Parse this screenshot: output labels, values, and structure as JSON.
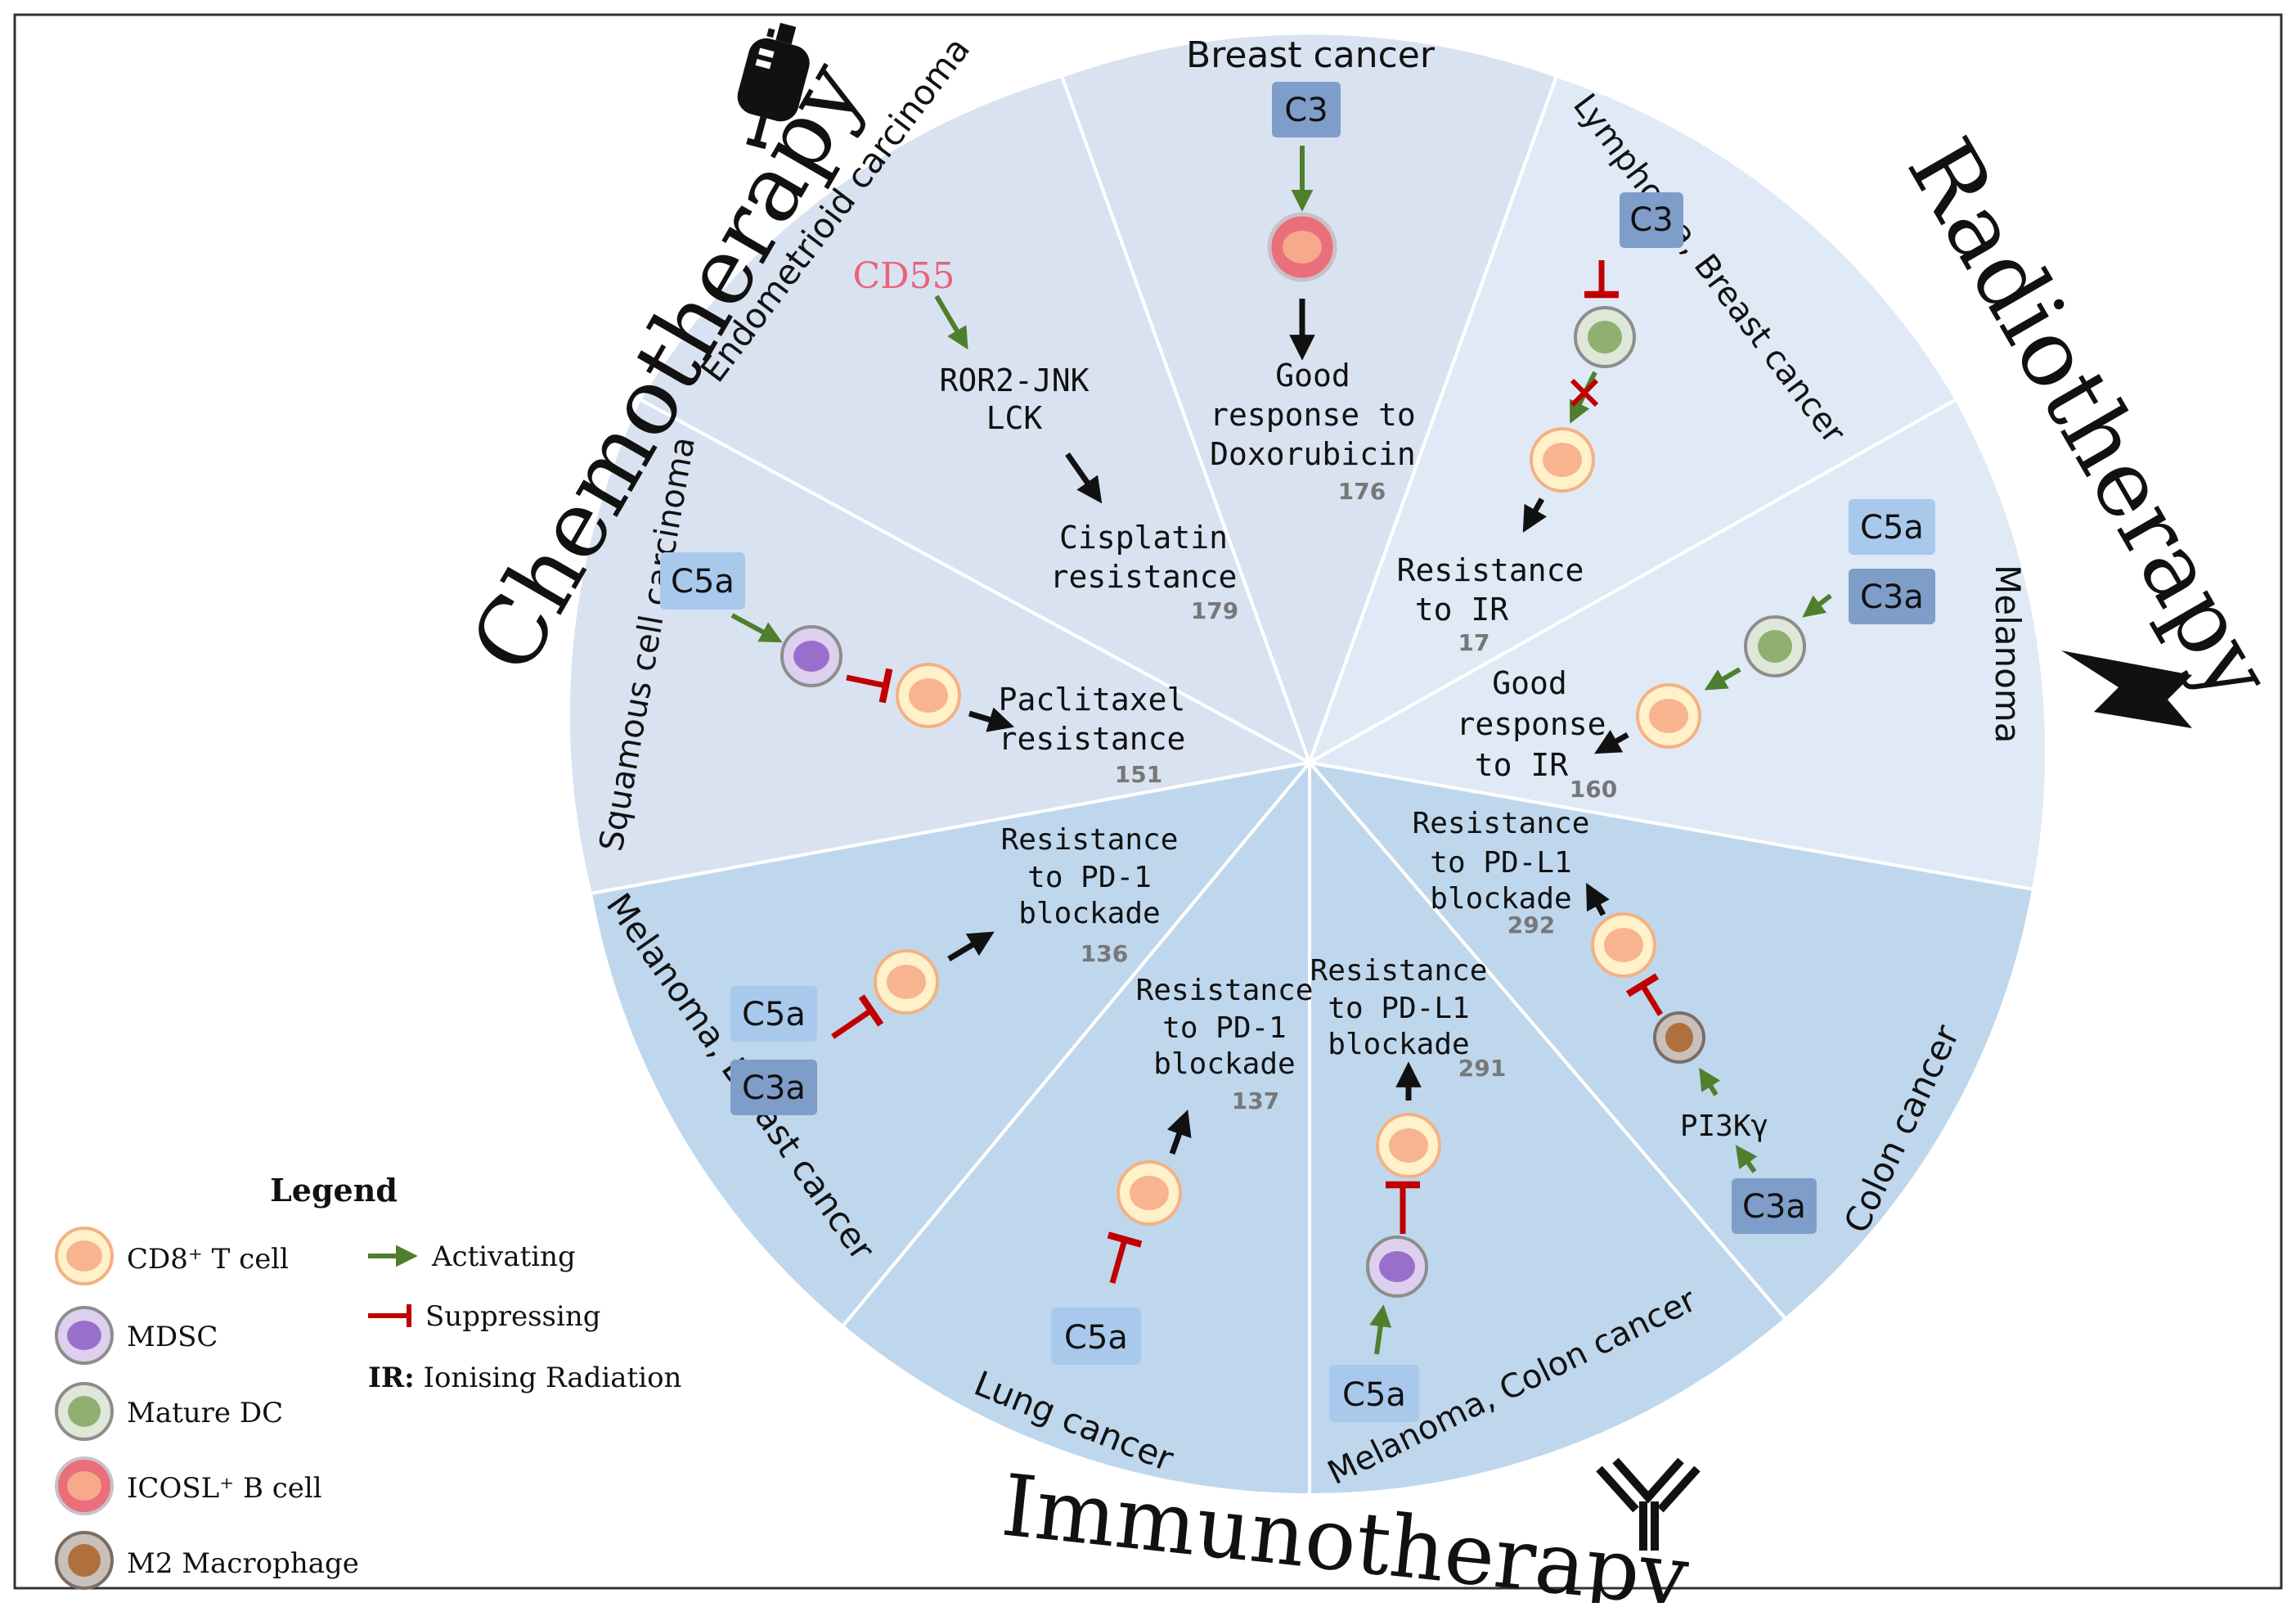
{
  "therapies": {
    "chemotherapy": "Chemotherapy",
    "radiotherapy": "Radiotherapy",
    "immunotherapy": "Immunotherapy"
  },
  "sectors": {
    "breast": {
      "cancer": "Breast cancer",
      "complement": "C3",
      "outcome": [
        "Good",
        "response to",
        "Doxorubicin"
      ],
      "ref": "176"
    },
    "endometrioid": {
      "cancer": "Endometrioid carcinoma",
      "molecule": "CD55",
      "pathway": [
        "ROR2-JNK",
        "LCK"
      ],
      "outcome": [
        "Cisplatin",
        "resistance"
      ],
      "ref": "179"
    },
    "squamous": {
      "cancer": "Squamous cell carcinoma",
      "complement": "C5a",
      "outcome": [
        "Paclitaxel",
        "resistance"
      ],
      "ref": "151"
    },
    "lymphoma": {
      "cancer": "Lymphoma, Breast cancer",
      "complement": "C3",
      "outcome": [
        "Resistance",
        "to IR"
      ],
      "ref": "17"
    },
    "melanoma_rt": {
      "cancer": "Melanoma",
      "complements": [
        "C5a",
        "C3a"
      ],
      "outcome": [
        "Good",
        "response",
        "to IR"
      ],
      "ref": "160"
    },
    "colon": {
      "cancer": "Colon cancer",
      "complement": "C3a",
      "pathway": "PI3Kγ",
      "outcome": [
        "Resistance",
        "to PD-L1",
        "blockade"
      ],
      "ref": "292"
    },
    "melanoma_colon": {
      "cancer": "Melanoma, Colon cancer",
      "complement": "C5a",
      "outcome": [
        "Resistance",
        "to PD-L1",
        "blockade"
      ],
      "ref": "291"
    },
    "lung": {
      "cancer": "Lung cancer",
      "complement": "C5a",
      "outcome": [
        "Resistance",
        "to PD-1",
        "blockade"
      ],
      "ref": "137"
    },
    "melanoma_breast": {
      "cancer": "Melanoma, Breast cancer",
      "complements": [
        "C5a",
        "C3a"
      ],
      "outcome": [
        "Resistance",
        "to PD-1",
        "blockade"
      ],
      "ref": "136"
    }
  },
  "legend": {
    "title": "Legend",
    "cells": [
      "CD8⁺ T cell",
      "MDSC",
      "Mature DC",
      "ICOSL⁺ B cell",
      "M2 Macrophage"
    ],
    "activating": "Activating",
    "suppressing": "Suppressing",
    "ir_abbr": "IR:",
    "ir_text": " Ionising Radiation"
  },
  "colors": {
    "chemo_fill": "#d9e2f1",
    "radio_fill": "#dfeaf6",
    "immuno_fill": "#bfd7ed",
    "activating": "#4f7f2c",
    "suppressing": "#c00000",
    "cd55": "#e8637a"
  }
}
